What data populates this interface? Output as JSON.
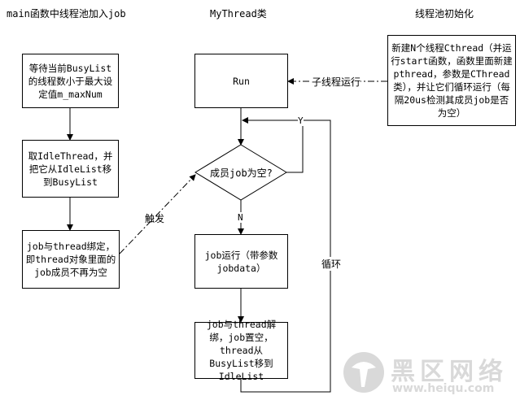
{
  "columns": {
    "main": "main函数中线程池加入job",
    "mythread": "MyThread类",
    "init": "线程池初始化"
  },
  "main_boxes": {
    "wait": "等待当前BusyList的线程数小于最大设定值m_maxNum",
    "take": "取IdleThread，并把它从IdleList移到BusyList",
    "bind": "job与thread绑定，即thread对象里面的job成员不再为空"
  },
  "thread_boxes": {
    "run": "Run",
    "decision": "成员job为空?",
    "job_run": "job运行（带参数jobdata）",
    "unbind": "job与thread解绑，job置空，thread从BusyList移到IdleList"
  },
  "init_box": "新建N个线程Cthread（并运行start函数，函数里面新建pthread，参数是CThread类），并让它们循环运行（每隔20us检测其成员job是否为空）",
  "labels": {
    "child_run": "子线程运行",
    "trigger": "触发",
    "yes": "Y",
    "no": "N",
    "loop": "循环"
  },
  "watermark": {
    "title": "黑区网络",
    "url": "www.heiqu.com"
  },
  "colors": {
    "line": "#000000",
    "watermark": "#d9d9d9"
  }
}
